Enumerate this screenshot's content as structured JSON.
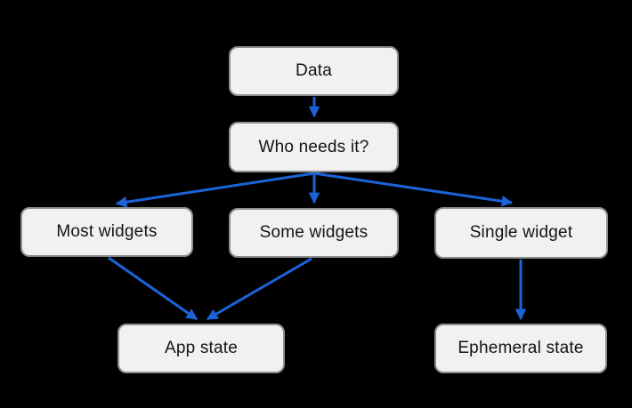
{
  "diagram": {
    "type": "flowchart",
    "background_color": "#000000",
    "node_fill_color": "#f1f1f1",
    "node_border_color": "#8e8e8e",
    "node_text_color": "#141414",
    "arrow_color": "#1b63d8",
    "nodes": [
      {
        "id": "data",
        "label": "Data"
      },
      {
        "id": "who-needs-it",
        "label": "Who needs it?"
      },
      {
        "id": "most-widgets",
        "label": "Most widgets"
      },
      {
        "id": "some-widgets",
        "label": "Some widgets"
      },
      {
        "id": "single-widget",
        "label": "Single widget"
      },
      {
        "id": "app-state",
        "label": "App state"
      },
      {
        "id": "ephemeral-state",
        "label": "Ephemeral state"
      }
    ],
    "edges": [
      {
        "from": "data",
        "to": "who-needs-it"
      },
      {
        "from": "who-needs-it",
        "to": "most-widgets"
      },
      {
        "from": "who-needs-it",
        "to": "some-widgets"
      },
      {
        "from": "who-needs-it",
        "to": "single-widget"
      },
      {
        "from": "most-widgets",
        "to": "app-state"
      },
      {
        "from": "some-widgets",
        "to": "app-state"
      },
      {
        "from": "single-widget",
        "to": "ephemeral-state"
      }
    ]
  }
}
